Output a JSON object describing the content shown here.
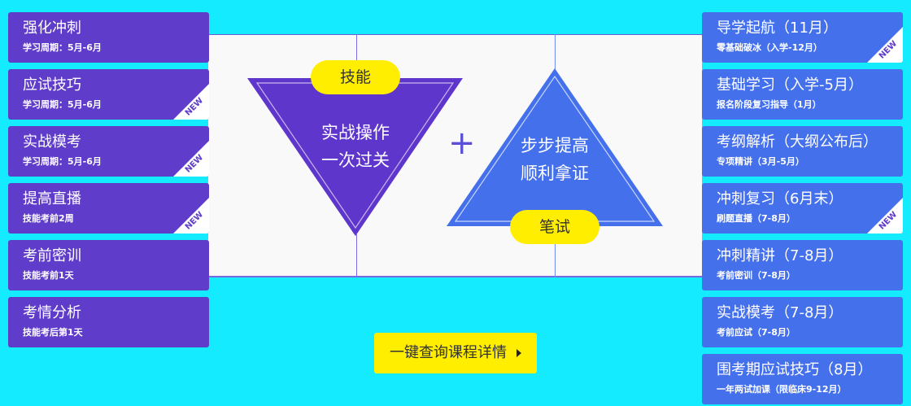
{
  "left_cards": [
    {
      "title": "强化冲刺",
      "sub": "学习周期：5月-6月",
      "new": false
    },
    {
      "title": "应试技巧",
      "sub": "学习周期：5月-6月",
      "new": true
    },
    {
      "title": "实战模考",
      "sub": "学习周期：5月-6月",
      "new": true
    },
    {
      "title": "提高直播",
      "sub": "技能考前2周",
      "new": true
    },
    {
      "title": "考前密训",
      "sub": "技能考前1天",
      "new": false
    },
    {
      "title": "考情分析",
      "sub": "技能考后第1天",
      "new": false
    }
  ],
  "right_cards": [
    {
      "title": "导学起航（11月）",
      "sub": "零基础破冰（入学-12月）",
      "new": true
    },
    {
      "title": "基础学习（入学-5月）",
      "sub": "报名阶段复习指导（1月）",
      "new": false
    },
    {
      "title": "考纲解析（大纲公布后）",
      "sub": "专项精讲（3月-5月）",
      "new": false
    },
    {
      "title": "冲刺复习（6月末）",
      "sub": "刷题直播（7-8月）",
      "new": true
    },
    {
      "title": "冲刺精讲（7-8月）",
      "sub": "考前密训（7-8月）",
      "new": false
    },
    {
      "title": "实战模考（7-8月）",
      "sub": "考前应试（7-8月）",
      "new": false
    },
    {
      "title": "围考期应试技巧（8月）",
      "sub": "一年两试加课（限临床9-12月）",
      "new": false
    }
  ],
  "badge_label": "NEW",
  "skill": {
    "label": "技能",
    "line1": "实战操作",
    "line2": "一次过关"
  },
  "plus": "+",
  "written": {
    "label": "笔试",
    "line1": "步步提高",
    "line2": "顺利拿证"
  },
  "cta": "一键查询课程详情",
  "colors": {
    "bg": "#14ebff",
    "purple": "#5f3dca",
    "blue": "#4470ec",
    "yellow": "#ffee00"
  }
}
